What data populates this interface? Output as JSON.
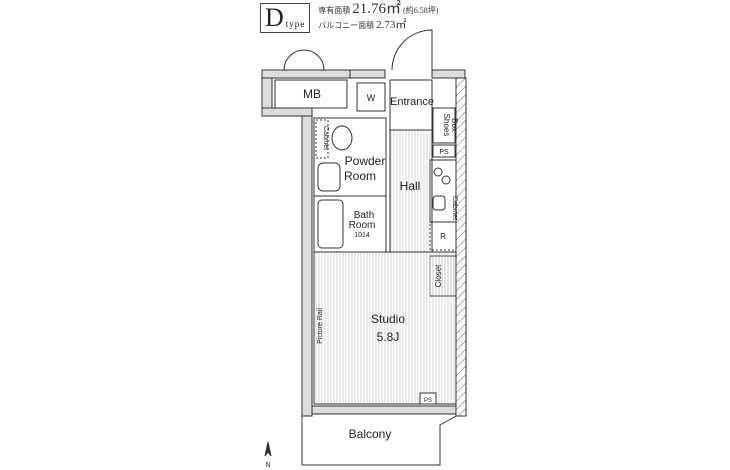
{
  "header": {
    "type_letter": "D",
    "type_word": "type",
    "exclusive_area_label": "専有面積",
    "exclusive_area_value": "21.76㎡",
    "exclusive_area_tsubo": "(約6.58坪)",
    "balcony_area_label": "バルコニー面積",
    "balcony_area_value": "2.73㎡"
  },
  "rooms": {
    "mb": "MB",
    "w": "W",
    "entrance": "Entrance",
    "shoes_box_1": "Shoes",
    "shoes_box_2": "Box",
    "ps_top": "PS",
    "cabinet_powder": "Cabinet",
    "powder_1": "Powder",
    "powder_2": "Room",
    "hall": "Hall",
    "cabinet_kitchen": "Cabinet",
    "bath_1": "Bath",
    "bath_2": "Room",
    "bath_size": "1014",
    "r": "R",
    "closet": "Closet",
    "studio": "Studio",
    "studio_size": "5.8J",
    "picture_rail": "Picture Rail",
    "ps_bottom": "PS",
    "balcony": "Balcony"
  },
  "compass": {
    "north": "N"
  }
}
